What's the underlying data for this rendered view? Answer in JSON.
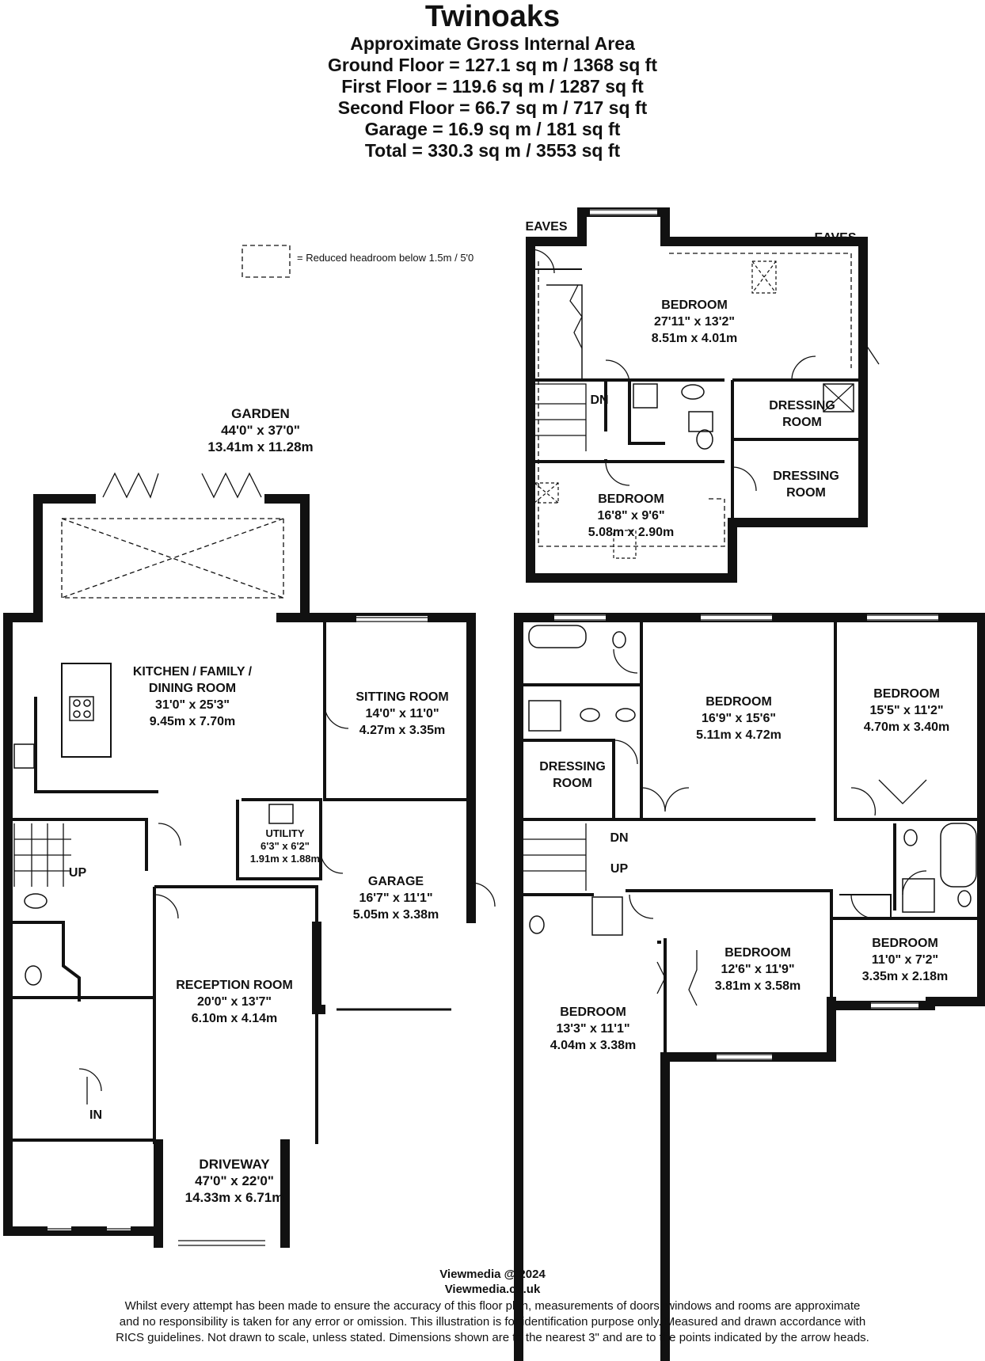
{
  "header": {
    "title": "Twinoaks",
    "area_heading": "Approximate Gross Internal Area",
    "lines": [
      "Ground Floor = 127.1 sq m / 1368 sq ft",
      "First Floor = 119.6 sq m / 1287 sq ft",
      "Second Floor = 66.7 sq m / 717 sq ft",
      "Garage = 16.9 sq m / 181 sq ft",
      "Total = 330.3 sq m / 3553 sq ft"
    ]
  },
  "legend": {
    "text": "= Reduced headroom below 1.5m / 5'0"
  },
  "ground_floor": {
    "garden": {
      "name": "GARDEN",
      "imperial": "44'0\" x 37'0\"",
      "metric": "13.41m x 11.28m"
    },
    "kitchen": {
      "name": "KITCHEN / FAMILY /",
      "name2": "DINING ROOM",
      "imperial": "31'0\" x 25'3\"",
      "metric": "9.45m x 7.70m"
    },
    "sitting": {
      "name": "SITTING ROOM",
      "imperial": "14'0\" x 11'0\"",
      "metric": "4.27m x 3.35m"
    },
    "utility": {
      "name": "UTILITY",
      "imperial": "6'3\" x 6'2\"",
      "metric": "1.91m x 1.88m"
    },
    "garage": {
      "name": "GARAGE",
      "imperial": "16'7\" x 11'1\"",
      "metric": "5.05m x 3.38m"
    },
    "reception": {
      "name": "RECEPTION ROOM",
      "imperial": "20'0\" x 13'7\"",
      "metric": "6.10m x 4.14m"
    },
    "driveway": {
      "name": "DRIVEWAY",
      "imperial": "47'0\" x 22'0\"",
      "metric": "14.33m x 6.71m"
    },
    "up": "UP",
    "in": "IN"
  },
  "second_floor": {
    "eaves_left": "EAVES",
    "eaves_right": "EAVES",
    "bedroom_main": {
      "name": "BEDROOM",
      "imperial": "27'11\" x 13'2\"",
      "metric": "8.51m x 4.01m"
    },
    "dressing1": {
      "name": "DRESSING",
      "name2": "ROOM"
    },
    "dressing2": {
      "name": "DRESSING",
      "name2": "ROOM"
    },
    "bedroom_small": {
      "name": "BEDROOM",
      "imperial": "16'8\" x 9'6\"",
      "metric": "5.08m x 2.90m"
    },
    "dn": "DN"
  },
  "first_floor": {
    "bedroom_a": {
      "name": "BEDROOM",
      "imperial": "16'9\" x 15'6\"",
      "metric": "5.11m x 4.72m"
    },
    "bedroom_b": {
      "name": "BEDROOM",
      "imperial": "15'5\" x 11'2\"",
      "metric": "4.70m x 3.40m"
    },
    "dressing": {
      "name": "DRESSING",
      "name2": "ROOM"
    },
    "bedroom_c": {
      "name": "BEDROOM",
      "imperial": "12'6\" x 11'9\"",
      "metric": "3.81m x 3.58m"
    },
    "bedroom_d": {
      "name": "BEDROOM",
      "imperial": "11'0\" x 7'2\"",
      "metric": "3.35m x 2.18m"
    },
    "bedroom_e": {
      "name": "BEDROOM",
      "imperial": "13'3\" x 11'1\"",
      "metric": "4.04m x 3.38m"
    },
    "dn": "DN",
    "up": "UP"
  },
  "footer": {
    "brand": "Viewmedia @ 2024",
    "website": "Viewmedia.co.uk",
    "disclaimer": [
      "Whilst every attempt has been made to ensure the accuracy of this floor plan, measurements of doors, windows and rooms are approximate",
      "and no responsibility is taken for any error or omission. This illustration is for identification purpose only. Measured and drawn accordance with",
      "RICS guidelines. Not drawn to scale, unless stated. Dimensions shown are to the nearest 3\" and are to the points indicated by the arrow heads."
    ]
  }
}
